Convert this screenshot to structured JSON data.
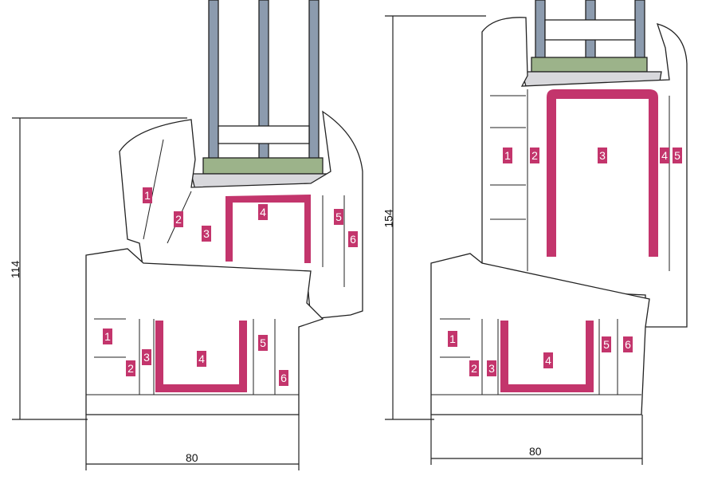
{
  "left_profile": {
    "height_dimension": "114",
    "width_dimension": "80",
    "sash_chambers": [
      "1",
      "2",
      "3",
      "4",
      "5",
      "6"
    ],
    "frame_chambers": [
      "1",
      "2",
      "3",
      "4",
      "5",
      "6"
    ]
  },
  "right_profile": {
    "height_dimension": "154",
    "width_dimension": "80",
    "sash_chambers": [
      "1",
      "2",
      "3",
      "4",
      "5"
    ],
    "frame_chambers": [
      "1",
      "2",
      "3",
      "4",
      "5",
      "6"
    ]
  },
  "colors": {
    "reinforcement": "#c3356c",
    "glass": "#8c9bae",
    "gasket_green": "#9cb38a",
    "outline": "#222222"
  }
}
